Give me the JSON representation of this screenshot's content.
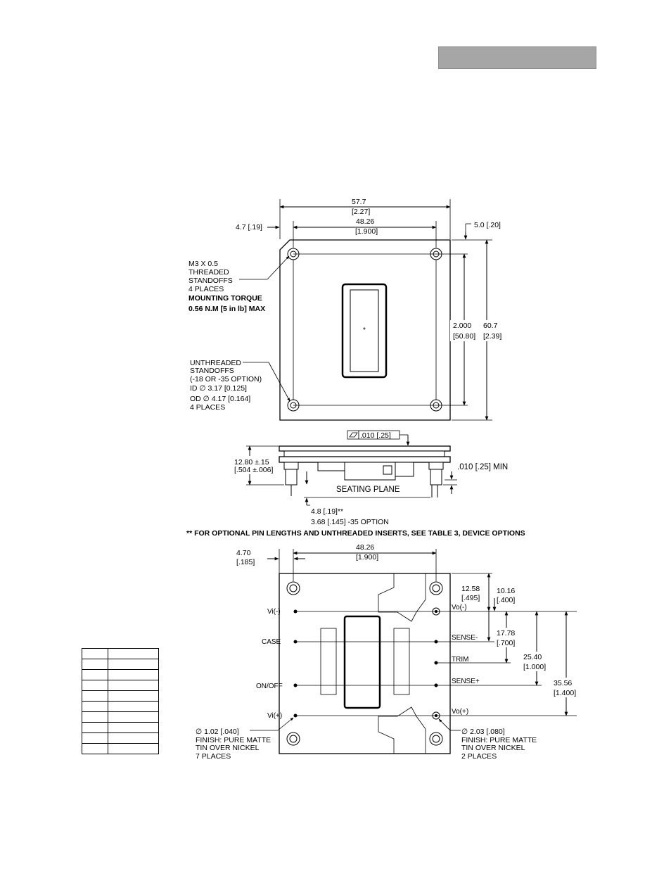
{
  "header": {
    "bar_color": "#a6a6a6"
  },
  "top_view": {
    "overall_width": "57.7",
    "overall_width_in": "[2.27]",
    "hole_span": "48.26",
    "hole_span_in": "[1.900]",
    "left_offset": "4.7 [.19]",
    "top_offset": "5.0 [.20]",
    "hole_vertical_in": "2.000",
    "hole_vertical_mm": "[50.80]",
    "overall_height": "60.7",
    "overall_height_in": "[2.39]",
    "center_mark": "*",
    "threaded_note": [
      "M3 X 0.5",
      "THREADED",
      "STANDOFFS",
      "4 PLACES"
    ],
    "torque_note": [
      "MOUNTING TORQUE",
      "0.56 N.M [5 in lb] MAX"
    ],
    "unthreaded_note": [
      "UNTHREADED",
      "STANDOFFS",
      "(-18 OR -35 OPTION)",
      "ID ∅ 3.17 [0.125]",
      "OD ∅ 4.17 [0.164]",
      "4 PLACES"
    ]
  },
  "side_view": {
    "flatness": ".010  [.25]",
    "height": "12.80 ±.15",
    "height_in": "[.504 ±.006]",
    "min_clearance": ".010 [.25] MIN",
    "seating_plane": "SEATING  PLANE",
    "pin_length": "4.8 [.19]**",
    "pin_option": "3.68 [.145] -35 OPTION",
    "footnote": "** FOR OPTIONAL PIN LENGTHS AND UNTHREADED INSERTS, SEE TABLE 3, DEVICE OPTIONS"
  },
  "bottom_view": {
    "left_offset": "4.70",
    "left_offset_in": "[.185]",
    "hole_span": "48.26",
    "hole_span_in": "[1.900]",
    "dim_1": "12.58",
    "dim_1_in": "[.495]",
    "dim_2": "10.16",
    "dim_2_in": "[.400]",
    "dim_3": "17.78",
    "dim_3_in": "[.700]",
    "dim_4": "25.40",
    "dim_4_in": "[1.000]",
    "dim_5": "35.56",
    "dim_5_in": "[1.400]",
    "pin_labels_left": [
      "Vi(-)",
      "CASE",
      "ON/OFF",
      "Vi(+)"
    ],
    "pin_labels_right": [
      "Vo(-)",
      "SENSE-",
      "TRIM",
      "SENSE+",
      "Vo(+)"
    ],
    "small_pin_note": [
      "∅ 1.02 [.040]",
      "FINISH: PURE MATTE",
      "TIN OVER NICKEL",
      "7 PLACES"
    ],
    "large_pin_note": [
      "∅ 2.03 [.080]",
      "FINISH: PURE MATTE",
      "TIN OVER NICKEL",
      "2 PLACES"
    ]
  },
  "pin_table": {
    "rows": 10
  }
}
